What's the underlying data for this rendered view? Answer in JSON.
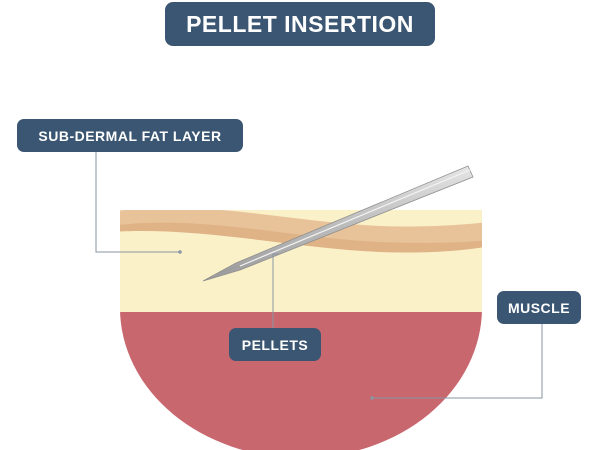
{
  "title": "PELLET INSERTION",
  "labels": {
    "fat_layer": "SUB-DERMAL FAT LAYER",
    "pellets": "PELLETS",
    "muscle": "MUSCLE"
  },
  "colors": {
    "label_bg": "#3b5672",
    "label_text": "#ffffff",
    "skin": "#e8c39a",
    "skin_dark": "#d9a97a",
    "fat": "#fbf1c9",
    "muscle": "#c9676f",
    "leader_line": "#8a96a3",
    "needle": "#c9c9c9"
  }
}
